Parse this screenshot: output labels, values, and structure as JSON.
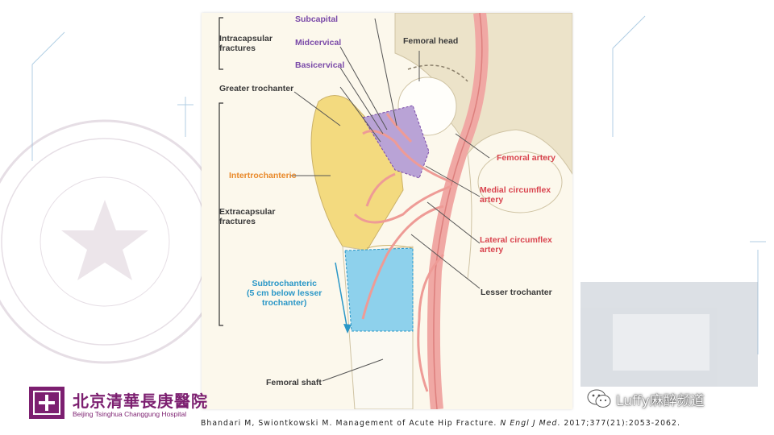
{
  "figure": {
    "group_labels": {
      "intracapsular": [
        "Intracapsular",
        "fractures"
      ],
      "extracapsular": [
        "Extracapsular",
        "fractures"
      ]
    },
    "labels": {
      "subcapital": "Subcapital",
      "midcervical": "Midcervical",
      "basicervical": "Basicervical",
      "femoral_head": "Femoral head",
      "greater_trochanter": "Greater trochanter",
      "intertrochanteric": "Intertrochanteric",
      "femoral_artery": "Femoral artery",
      "medial_circumflex": [
        "Medial circumflex",
        "artery"
      ],
      "lateral_circumflex": [
        "Lateral circumflex",
        "artery"
      ],
      "subtrochanteric": [
        "Subtrochanteric",
        "(5 cm below lesser",
        "trochanter)"
      ],
      "lesser_trochanter": "Lesser trochanter",
      "femoral_shaft": "Femoral shaft"
    },
    "colors": {
      "intracapsular": "#7a4aa8",
      "intertrochanteric": "#e9892a",
      "arteries": "#d9434e",
      "subtrochanteric": "#2a97c7"
    }
  },
  "citation": {
    "authors_title": "Bhandari M, Swiontkowski M. Management of Acute Hip Fracture. ",
    "journal": "N Engl J Med",
    "ref": ". 2017;377(21):2053-2062."
  },
  "hospital": {
    "name_cn": "北京清華長庚醫院",
    "name_en": "Beijing Tsinghua Changgung Hospital"
  },
  "watermark": {
    "channel": "Luffy麻醉频道",
    "icon": "wechat-icon"
  }
}
